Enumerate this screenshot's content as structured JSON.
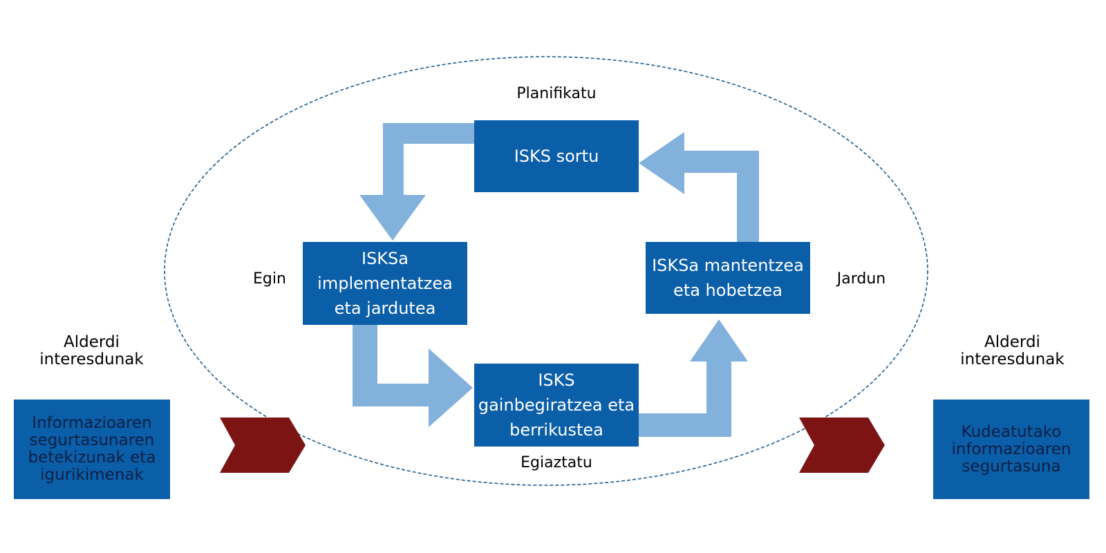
{
  "colors": {
    "box_fill": "#0b5ea8",
    "arrow_fill": "#82b1dc",
    "chevron_fill": "#7d1414",
    "ellipse_stroke": "#1f5b8a",
    "box_text": "#ffffff",
    "side_box_text": "#0d1f44"
  },
  "phases": {
    "plan": "Planifikatu",
    "do": "Egin",
    "check": "Egiaztatu",
    "act": "Jardun"
  },
  "cycle_boxes": {
    "create": "ISKS sortu",
    "implement": "ISKSa\nimplementatzea\neta jardutea",
    "monitor": "ISKS\ngainbegiratzea eta\nberrikustea",
    "maintain": "ISKSa mantentzea\neta hobetzea"
  },
  "left": {
    "stakeholders": "Alderdi\ninteresdunak",
    "input": "Informazioaren\nsegurtasunaren\nbetekizunak eta\nigurikimenak"
  },
  "right": {
    "stakeholders": "Alderdi\ninteresdunak",
    "output": "Kudeatutako\ninformazioaren\nsegurtasuna"
  },
  "icons": {
    "cycle_arrow": "bent-arrow-icon",
    "flow_marker": "chevron-icon"
  }
}
